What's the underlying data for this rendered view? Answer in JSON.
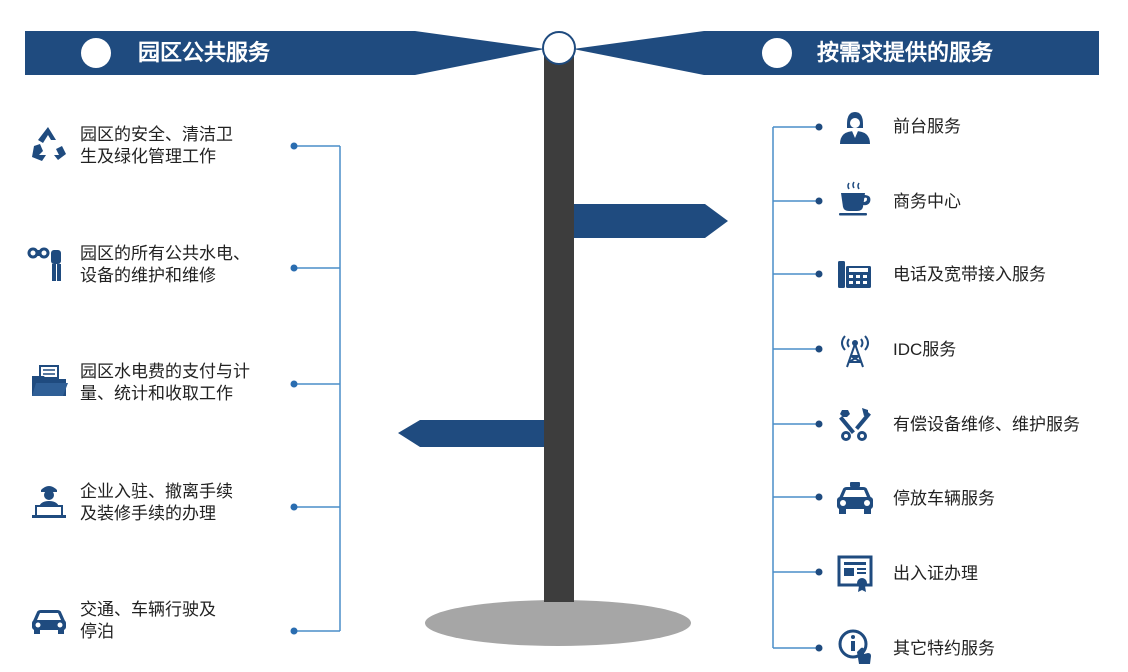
{
  "left_panel": {
    "title": "园区公共服务",
    "items": [
      {
        "icon": "recycle-icon",
        "line1": "园区的安全、清洁卫",
        "line2": "生及绿化管理工作"
      },
      {
        "icon": "binoculars-person-icon",
        "line1": "园区的所有公共水电、",
        "line2": "设备的维护和维修"
      },
      {
        "icon": "folder-files-icon",
        "line1": "园区水电费的支付与计",
        "line2": "量、统计和收取工作"
      },
      {
        "icon": "worker-laptop-icon",
        "line1": "企业入驻、撤离手续",
        "line2": "及装修手续的办理"
      },
      {
        "icon": "car-icon",
        "line1": "交通、车辆行驶及",
        "line2": "停泊"
      }
    ]
  },
  "right_panel": {
    "title": "按需求提供的服务",
    "items": [
      {
        "icon": "receptionist-icon",
        "label": "前台服务"
      },
      {
        "icon": "coffee-cup-icon",
        "label": "商务中心"
      },
      {
        "icon": "telephone-icon",
        "label": "电话及宽带接入服务"
      },
      {
        "icon": "antenna-tower-icon",
        "label": "IDC服务"
      },
      {
        "icon": "tools-icon",
        "label": "有偿设备维修、维护服务"
      },
      {
        "icon": "taxi-icon",
        "label": "停放车辆服务"
      },
      {
        "icon": "certificate-icon",
        "label": "出入证办理"
      },
      {
        "icon": "info-hand-icon",
        "label": "其它特约服务"
      }
    ]
  },
  "colors": {
    "primary_blue": "#1f4b7f",
    "pole": "#3d3d3d",
    "base": "#a6a6a6",
    "connector": "#4a8ec9"
  }
}
